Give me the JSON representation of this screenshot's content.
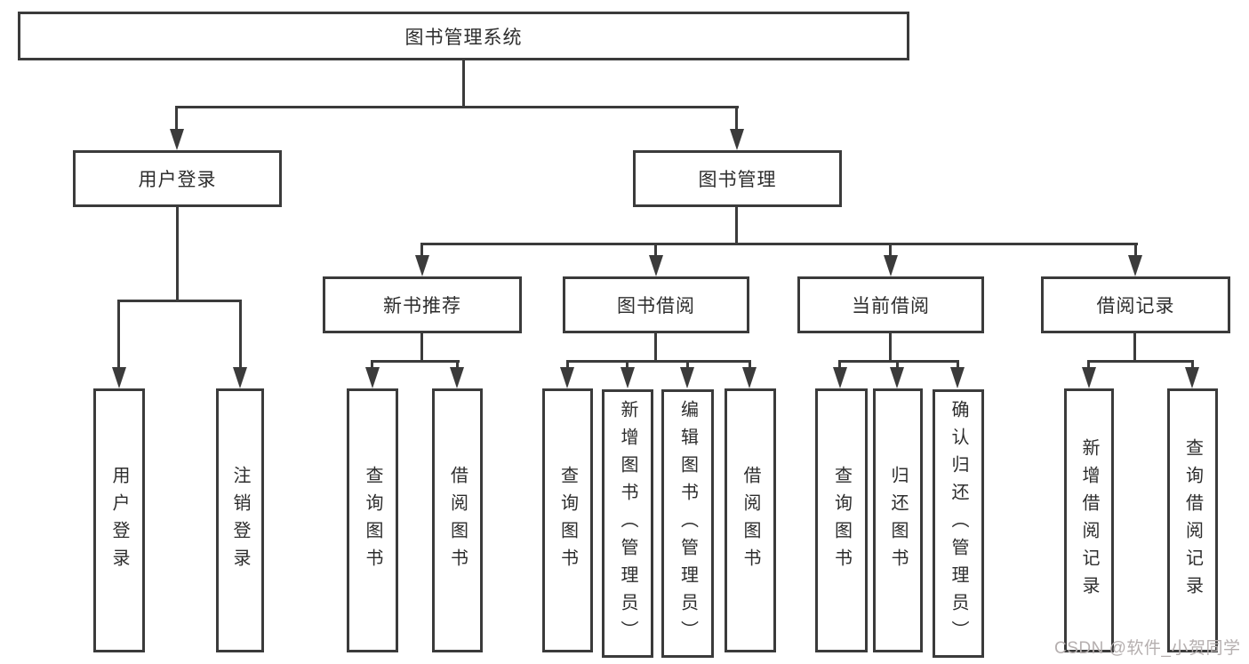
{
  "diagram": {
    "root": {
      "label": "图书管理系统"
    },
    "level1": [
      {
        "label": "用户登录",
        "children": [
          {
            "label": "用户登录"
          },
          {
            "label": "注销登录"
          }
        ]
      },
      {
        "label": "图书管理",
        "children": [
          {
            "label": "新书推荐",
            "children": [
              {
                "label": "查询图书"
              },
              {
                "label": "借阅图书"
              }
            ]
          },
          {
            "label": "图书借阅",
            "children": [
              {
                "label": "查询图书"
              },
              {
                "label": "新增图书（管理员）"
              },
              {
                "label": "编辑图书（管理员）"
              },
              {
                "label": "借阅图书"
              }
            ]
          },
          {
            "label": "当前借阅",
            "children": [
              {
                "label": "查询图书"
              },
              {
                "label": "归还图书"
              },
              {
                "label": "确认归还（管理员）"
              }
            ]
          },
          {
            "label": "借阅记录",
            "children": [
              {
                "label": "新增借阅记录"
              },
              {
                "label": "查询借阅记录"
              }
            ]
          }
        ]
      }
    ]
  },
  "watermark": {
    "text": "CSDN @软件_小贺同学"
  },
  "colors": {
    "line": "#3b3b3b",
    "text": "#2d2d2d",
    "watermark": "#b5afaf",
    "background": "#ffffff"
  }
}
